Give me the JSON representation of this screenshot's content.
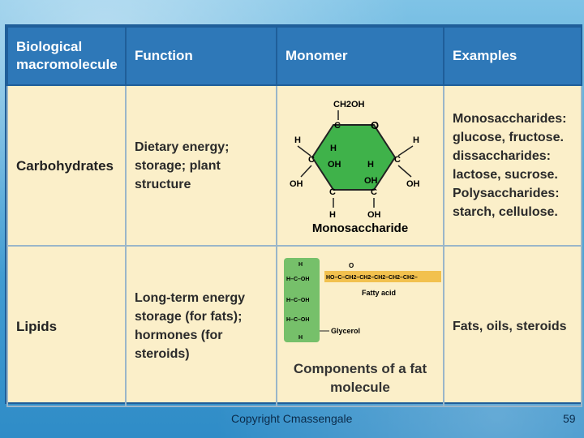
{
  "table": {
    "headers": [
      "Biological macromolecule",
      "Function",
      "Monomer",
      "Examples"
    ],
    "rows": [
      {
        "name": "Carbohydrates",
        "function": "Dietary energy; storage; plant structure",
        "monomer_caption": "Monosaccharide",
        "examples": "Monosaccharides: glucose, fructose. dissaccharides: lactose, sucrose. Polysaccharides: starch, cellulose."
      },
      {
        "name": "Lipids",
        "function": "Long-term energy storage (for fats); hormones (for steroids)",
        "monomer_caption": "Components of a fat molecule",
        "examples": "Fats, oils, steroids"
      }
    ]
  },
  "sugar_labels": {
    "ch2oh": "CH2OH",
    "c": "C",
    "o": "O",
    "h": "H",
    "oh": "OH"
  },
  "fat_labels": {
    "fatty_acid": "Fatty acid",
    "glycerol": "Glycerol",
    "chain": "HO–C–CH2–CH2–CH2–CH2–CH2–",
    "carbonyl_o": "O",
    "glycerol_rows": [
      "H",
      "H–C–OH",
      "H–C–OH",
      "H–C–OH",
      "H"
    ]
  },
  "colors": {
    "header_bg": "#2e78b8",
    "table_bg": "#fbefc9",
    "ring_green": "#3fb24a",
    "glycerol_green": "#76c06a",
    "fatty_acid_yellow": "#f2c14e"
  },
  "footer": {
    "copyright": "Copyright Cmassengale",
    "page_number": "59"
  }
}
